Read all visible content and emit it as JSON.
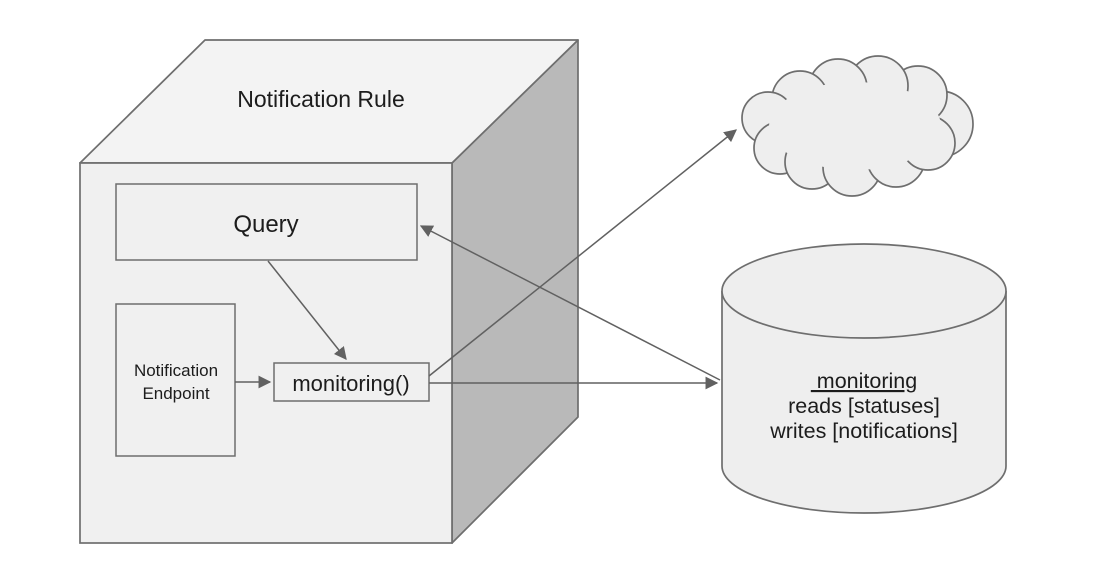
{
  "diagram": {
    "cube": {
      "title": "Notification Rule"
    },
    "query": {
      "label": "Query"
    },
    "endpoint": {
      "line1": "Notification",
      "line2": "Endpoint"
    },
    "monitoring_fn": {
      "label": "monitoring()"
    },
    "database": {
      "title": " monitoring",
      "reads": "reads [statuses]",
      "writes": "writes [notifications]"
    },
    "edges": [
      {
        "from": "query",
        "to": "monitoring_fn"
      },
      {
        "from": "notification_endpoint",
        "to": "monitoring_fn"
      },
      {
        "from": "monitoring_fn",
        "to": "cloud"
      },
      {
        "from": "monitoring_fn",
        "to": "database"
      },
      {
        "from": "database",
        "to": "query"
      }
    ],
    "colors": {
      "background": "#ffffff",
      "front_face": "#f0f0f0",
      "top_face": "#f3f3f3",
      "side_face": "#b9b9b9",
      "shape_fill": "#eeeeee",
      "stroke": "#6e6e6e",
      "arrow": "#616161",
      "text": "#1c1c1c"
    }
  }
}
